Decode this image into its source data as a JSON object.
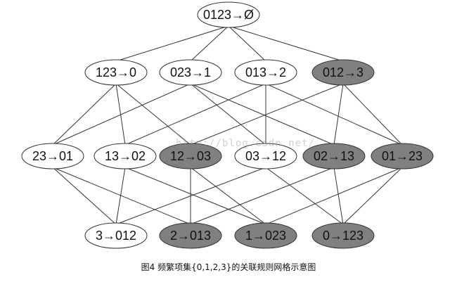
{
  "diagram": {
    "colors": {
      "frequent_fill": "#808080",
      "normal_fill": "#ffffff",
      "stroke": "#333333",
      "edge": "#333333"
    },
    "rows": [
      [
        {
          "id": "0123-empty",
          "label": "0123→Ø",
          "shaded": false
        }
      ],
      [
        {
          "id": "123-0",
          "label": "123→0",
          "shaded": false
        },
        {
          "id": "023-1",
          "label": "023→1",
          "shaded": false
        },
        {
          "id": "013-2",
          "label": "013→2",
          "shaded": false
        },
        {
          "id": "012-3",
          "label": "012→3",
          "shaded": true
        }
      ],
      [
        {
          "id": "23-01",
          "label": "23→01",
          "shaded": false
        },
        {
          "id": "13-02",
          "label": "13→02",
          "shaded": false
        },
        {
          "id": "12-03",
          "label": "12→03",
          "shaded": true
        },
        {
          "id": "03-12",
          "label": "03→12",
          "shaded": false
        },
        {
          "id": "02-13",
          "label": "02→13",
          "shaded": true
        },
        {
          "id": "01-23",
          "label": "01→23",
          "shaded": true
        }
      ],
      [
        {
          "id": "3-012",
          "label": "3→012",
          "shaded": false
        },
        {
          "id": "2-013",
          "label": "2→013",
          "shaded": true
        },
        {
          "id": "1-023",
          "label": "1→023",
          "shaded": true
        },
        {
          "id": "0-123",
          "label": "0→123",
          "shaded": true
        }
      ]
    ],
    "watermark": "http://blog.csdn.net/",
    "caption": "图4 频繁项集{0,1,2,3}的关联规则网格示意图"
  }
}
